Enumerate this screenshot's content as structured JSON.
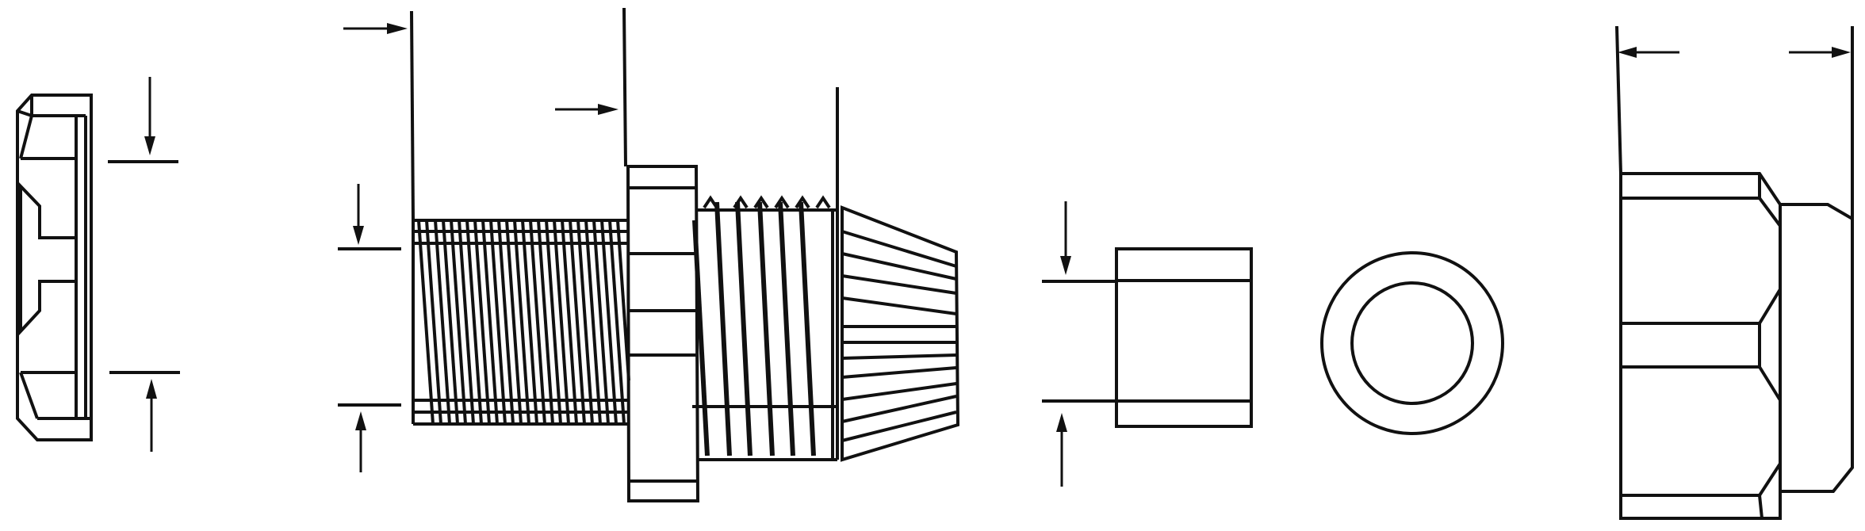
{
  "figure": {
    "kind": "exploded-cable-gland-drawing",
    "labels": [],
    "colors": {
      "ink": "#111111",
      "paper": "#ffffff"
    }
  },
  "parts": [
    {
      "id": "lock-nut",
      "icon": "hex-nut-side-view"
    },
    {
      "id": "gland-body",
      "icon": "threaded-body-with-collet"
    },
    {
      "id": "seal-insert",
      "icon": "rubber-seal-side-view"
    },
    {
      "id": "seal-ring",
      "icon": "seal-ring-front-view"
    },
    {
      "id": "dome-cap-nut",
      "icon": "dome-cap-nut-side-view"
    }
  ]
}
